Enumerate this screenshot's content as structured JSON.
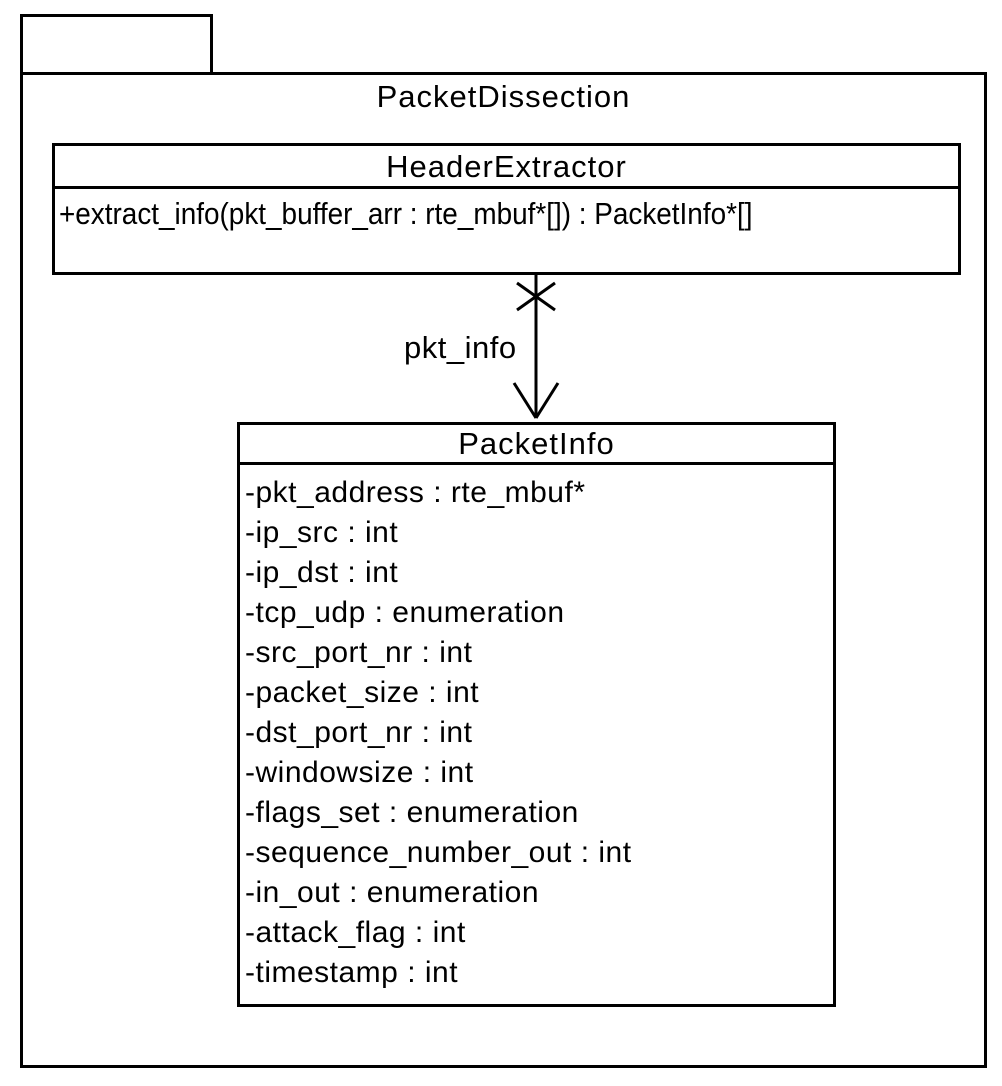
{
  "diagram": {
    "type": "uml-class-diagram",
    "colors": {
      "line": "#000000",
      "background": "#ffffff",
      "text": "#000000"
    },
    "package": {
      "name": "PacketDissection"
    },
    "classes": [
      {
        "name": "HeaderExtractor",
        "operations": [
          "+extract_info(pkt_buffer_arr : rte_mbuf*[]) : PacketInfo*[]"
        ]
      },
      {
        "name": "PacketInfo",
        "attributes": [
          "-pkt_address : rte_mbuf*",
          "-ip_src : int",
          "-ip_dst : int",
          "-tcp_udp : enumeration",
          "-src_port_nr : int",
          "-packet_size : int",
          "-dst_port_nr : int",
          "-windowsize : int",
          "-flags_set : enumeration",
          "-sequence_number_out : int",
          "-in_out : enumeration",
          "-attack_flag : int",
          "-timestamp : int"
        ]
      }
    ],
    "association": {
      "label": "pkt_info",
      "source": "HeaderExtractor",
      "target": "PacketInfo",
      "source_marker": "non-navigable-x",
      "target_marker": "open-arrowhead"
    }
  }
}
